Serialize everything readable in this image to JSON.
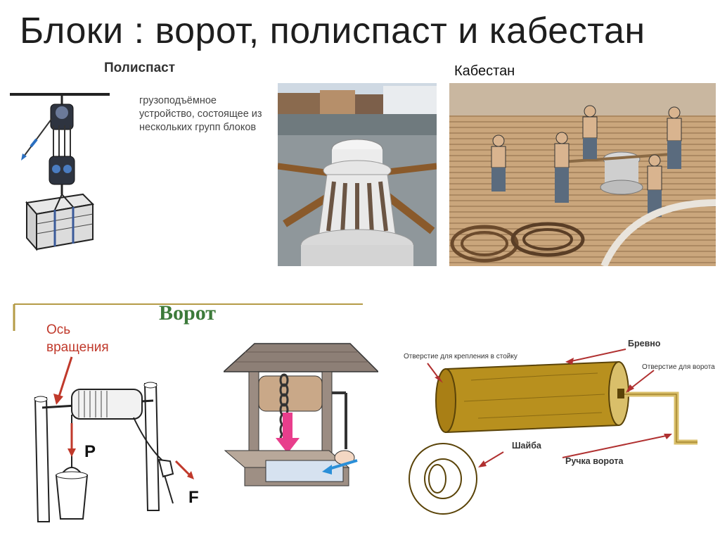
{
  "slide": {
    "title": "Блоки : ворот, полиспаст и кабестан"
  },
  "polyspast": {
    "heading": "Полиспаст",
    "description": "грузоподъёмное устройство, состоящее из нескольких групп блоков"
  },
  "capstan": {
    "label": "Кабестан"
  },
  "vorot": {
    "heading": "Ворот",
    "axis_label_line1": "Ось",
    "axis_label_line2": "вращения",
    "force_p": "P",
    "force_f": "F"
  },
  "parts": {
    "hole_mount": "Отверстие для крепления в стойку",
    "log": "Бревно",
    "hole_vorot": "Отверстие для ворота",
    "washer": "Шайба",
    "handle": "Ручка ворота"
  },
  "colors": {
    "label_red": "#c0392b",
    "heading_green": "#3c7a3a",
    "wood": "#b8901e"
  }
}
